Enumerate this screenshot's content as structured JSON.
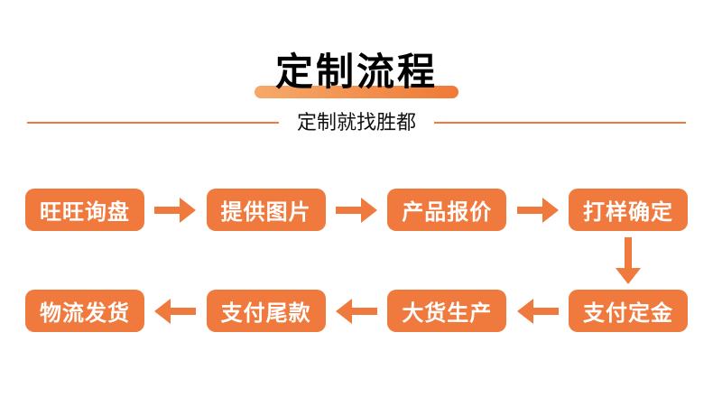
{
  "colors": {
    "accent": "#f0793d",
    "underline_from": "#f6a96a",
    "underline_to": "#ef7a35"
  },
  "header": {
    "title": "定制流程",
    "subtitle": "定制就找胜都"
  },
  "flow": {
    "row1": [
      "旺旺询盘",
      "提供图片",
      "产品报价",
      "打样确定"
    ],
    "row2": [
      "物流发货",
      "支付尾款",
      "大货生产",
      "支付定金"
    ]
  }
}
